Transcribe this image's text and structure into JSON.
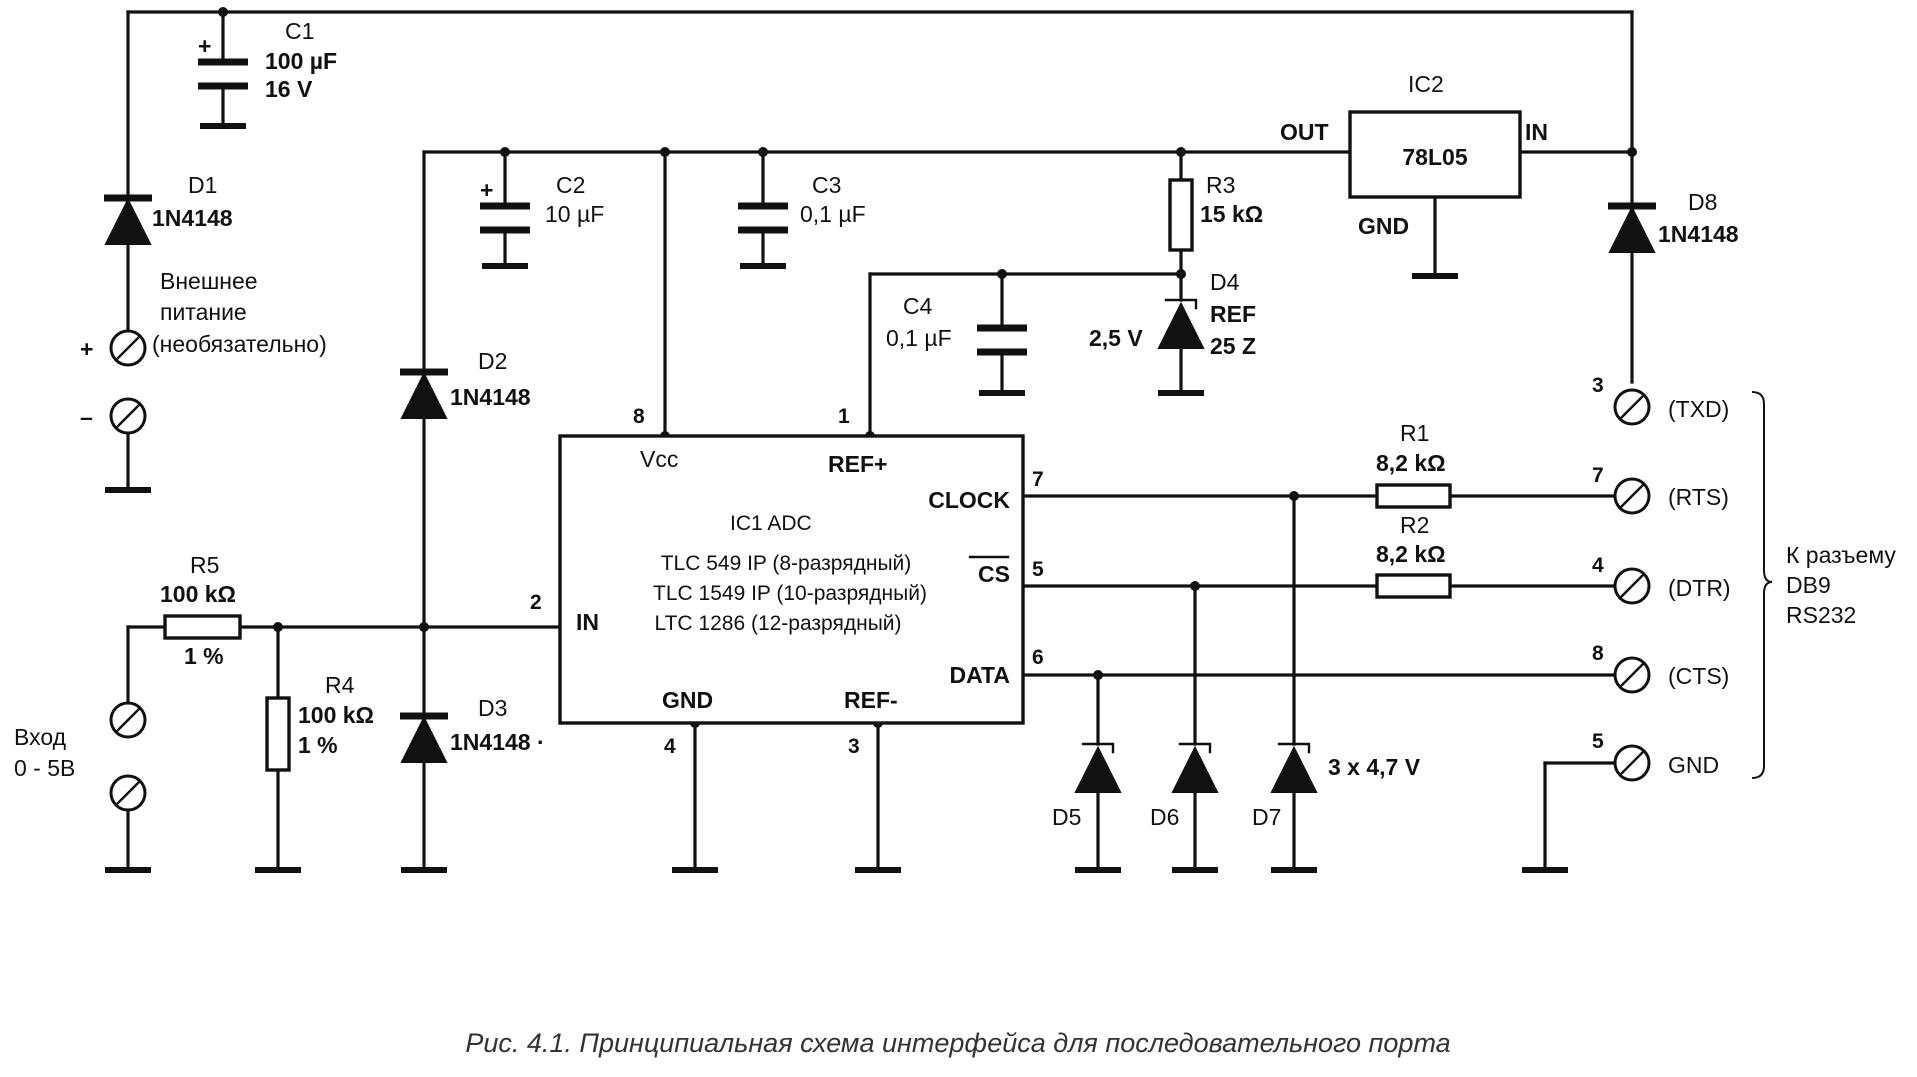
{
  "caption": "Рис. 4.1. Принципиальная схема интерфейса для последовательного порта",
  "c1": {
    "name": "C1",
    "value": "100 µF",
    "voltage": "16 V",
    "plus": "+"
  },
  "c2": {
    "name": "C2",
    "value": "10 µF",
    "plus": "+"
  },
  "c3": {
    "name": "C3",
    "value": "0,1 µF"
  },
  "c4": {
    "name": "C4",
    "value": "0,1 µF"
  },
  "d1": {
    "name": "D1",
    "part": "1N4148"
  },
  "d2": {
    "name": "D2",
    "part": "1N4148"
  },
  "d3": {
    "name": "D3",
    "part": "1N4148 ·"
  },
  "d4": {
    "name": "D4",
    "part_line1": "REF",
    "part_line2": "25 Z",
    "voltage": "2,5 V"
  },
  "d5": {
    "name": "D5"
  },
  "d6": {
    "name": "D6"
  },
  "d7": {
    "name": "D7"
  },
  "zener_note": "3 x 4,7 V",
  "d8": {
    "name": "D8",
    "part": "1N4148"
  },
  "r1": {
    "name": "R1",
    "value": "8,2 kΩ"
  },
  "r2": {
    "name": "R2",
    "value": "8,2 kΩ"
  },
  "r3": {
    "name": "R3",
    "value": "15 kΩ"
  },
  "r4": {
    "name": "R4",
    "value": "100 kΩ",
    "tolerance": "1 %"
  },
  "r5": {
    "name": "R5",
    "value": "100 kΩ",
    "tolerance": "1 %"
  },
  "ic2": {
    "name": "IC2",
    "part": "78L05",
    "out": "OUT",
    "in": "IN",
    "gnd": "GND"
  },
  "ic1": {
    "title": "IC1  ADC",
    "line1": "TLC 549 IP (8-разрядный)",
    "line2": "TLC 1549 IP (10-разрядный)",
    "line3": "LTC 1286 (12-разрядный)",
    "pin_vcc": "Vcc",
    "pin_refp": "REF+",
    "pin_clock": "CLOCK",
    "pin_cs": "CS",
    "pin_data": "DATA",
    "pin_in": "IN",
    "pin_gnd": "GND",
    "pin_refm": "REF-",
    "num_vcc": "8",
    "num_refp": "1",
    "num_clock": "7",
    "num_cs": "5",
    "num_data": "6",
    "num_in": "2",
    "num_gnd": "4",
    "num_refm": "3"
  },
  "ext_power": {
    "line1": "Внешнее",
    "line2": "питание",
    "line3": "(необязательно)",
    "plus": "+",
    "minus": "–"
  },
  "input": {
    "line1": "Вход",
    "line2": "0 - 5В"
  },
  "connector": {
    "line1": "К разъему",
    "line2": "DB9",
    "line3": "RS232",
    "pins": [
      {
        "num": "3",
        "signal": "(TXD)"
      },
      {
        "num": "7",
        "signal": "(RTS)"
      },
      {
        "num": "4",
        "signal": "(DTR)"
      },
      {
        "num": "8",
        "signal": "(CTS)"
      },
      {
        "num": "5",
        "signal": "GND"
      }
    ]
  }
}
